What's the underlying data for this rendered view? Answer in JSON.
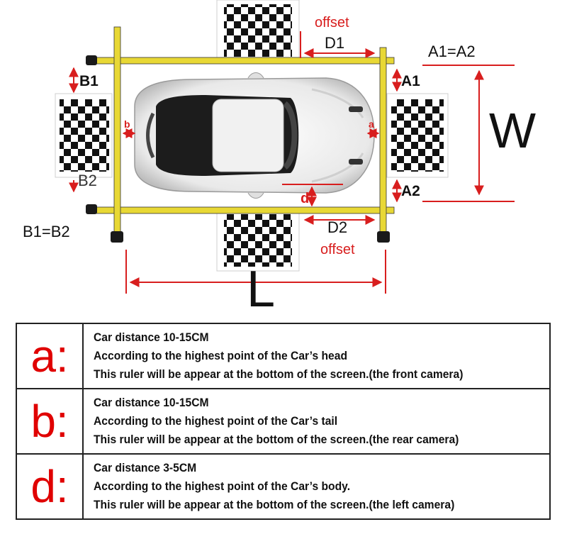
{
  "diagram": {
    "labels": {
      "offset_top": "offset",
      "d1": "D1",
      "a1_eq_a2": "A1=A2",
      "b1": "B1",
      "a1": "A1",
      "w": "W",
      "b_small": "b",
      "a_small": "a",
      "b2": "B2",
      "a2": "A2",
      "d_small": "d",
      "b1_eq_b2": "B1=B2",
      "d2": "D2",
      "offset_bottom": "offset",
      "l": "L"
    },
    "colors": {
      "rail": "#e8d835",
      "dimension_red": "#d81e1e",
      "black": "#111111"
    }
  },
  "table": {
    "rows": [
      {
        "letter": "a:",
        "lines": [
          "Car distance 10-15CM",
          "According to the highest point of the Car’s head",
          "This ruler will be appear at the bottom of the screen.(the front camera)"
        ]
      },
      {
        "letter": "b:",
        "lines": [
          "Car distance 10-15CM",
          "According to the highest point of the Car’s tail",
          "This ruler will be appear at the bottom of the screen.(the rear camera)"
        ]
      },
      {
        "letter": "d:",
        "lines": [
          "Car distance 3-5CM",
          "According to the highest point of the Car’s body.",
          "This ruler will be appear at the bottom of the screen.(the left camera)"
        ]
      }
    ]
  }
}
